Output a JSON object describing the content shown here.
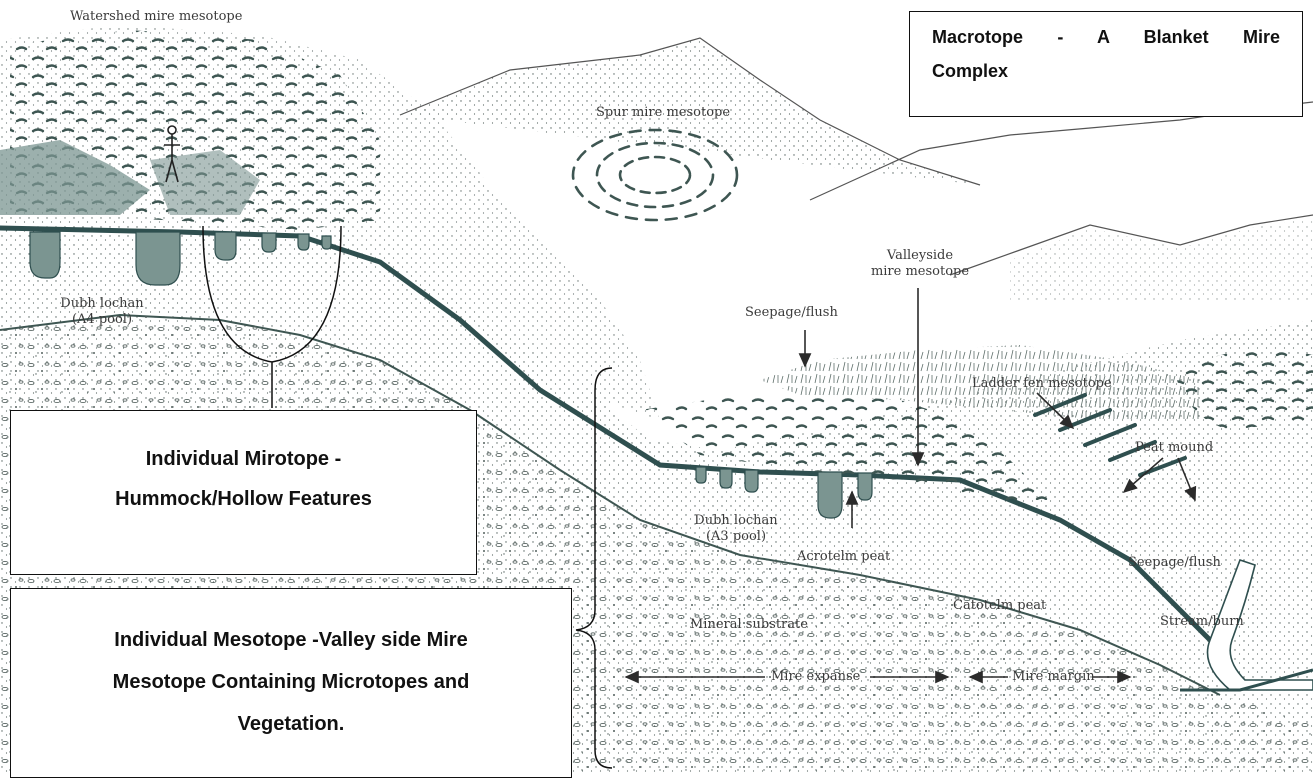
{
  "diagram": {
    "labels": {
      "watershed": "Watershed mire mesotope",
      "spur": "Spur mire mesotope",
      "valleyside_line1": "Valleyside",
      "valleyside_line2": "mire mesotope",
      "seepage_upper": "Seepage/flush",
      "ladder_fen": "Ladder fen mesotope",
      "peat_mound": "Peat mound",
      "dubh_a4_line1": "Dubh lochan",
      "dubh_a4_line2": "(A4 pool)",
      "dubh_a3_line1": "Dubh lochan",
      "dubh_a3_line2": "(A3 pool)",
      "acrotelm": "Acrotelm peat",
      "seepage_lower": "Seepage/flush",
      "catotelm": "Catotelm peat",
      "stream": "Stream/burn",
      "mineral": "Mineral substrate",
      "mire_expanse": "Mire expanse",
      "mire_margin": "Mire margin"
    },
    "boxes": {
      "macrotope_line1": "Macrotope - A Blanket Mire",
      "macrotope_line2": "Complex",
      "microtope_line1": "Individual Mirotope -",
      "microtope_line2": "Hummock/Hollow Features",
      "mesotope_line1": "Individual Mesotope -Valley side Mire",
      "mesotope_line2": "Mesotope Containing Microtopes and",
      "mesotope_line3": "Vegetation."
    },
    "colors": {
      "ink": "#2f4f4f",
      "water": "#6d8a86",
      "box_border": "#111111"
    }
  }
}
